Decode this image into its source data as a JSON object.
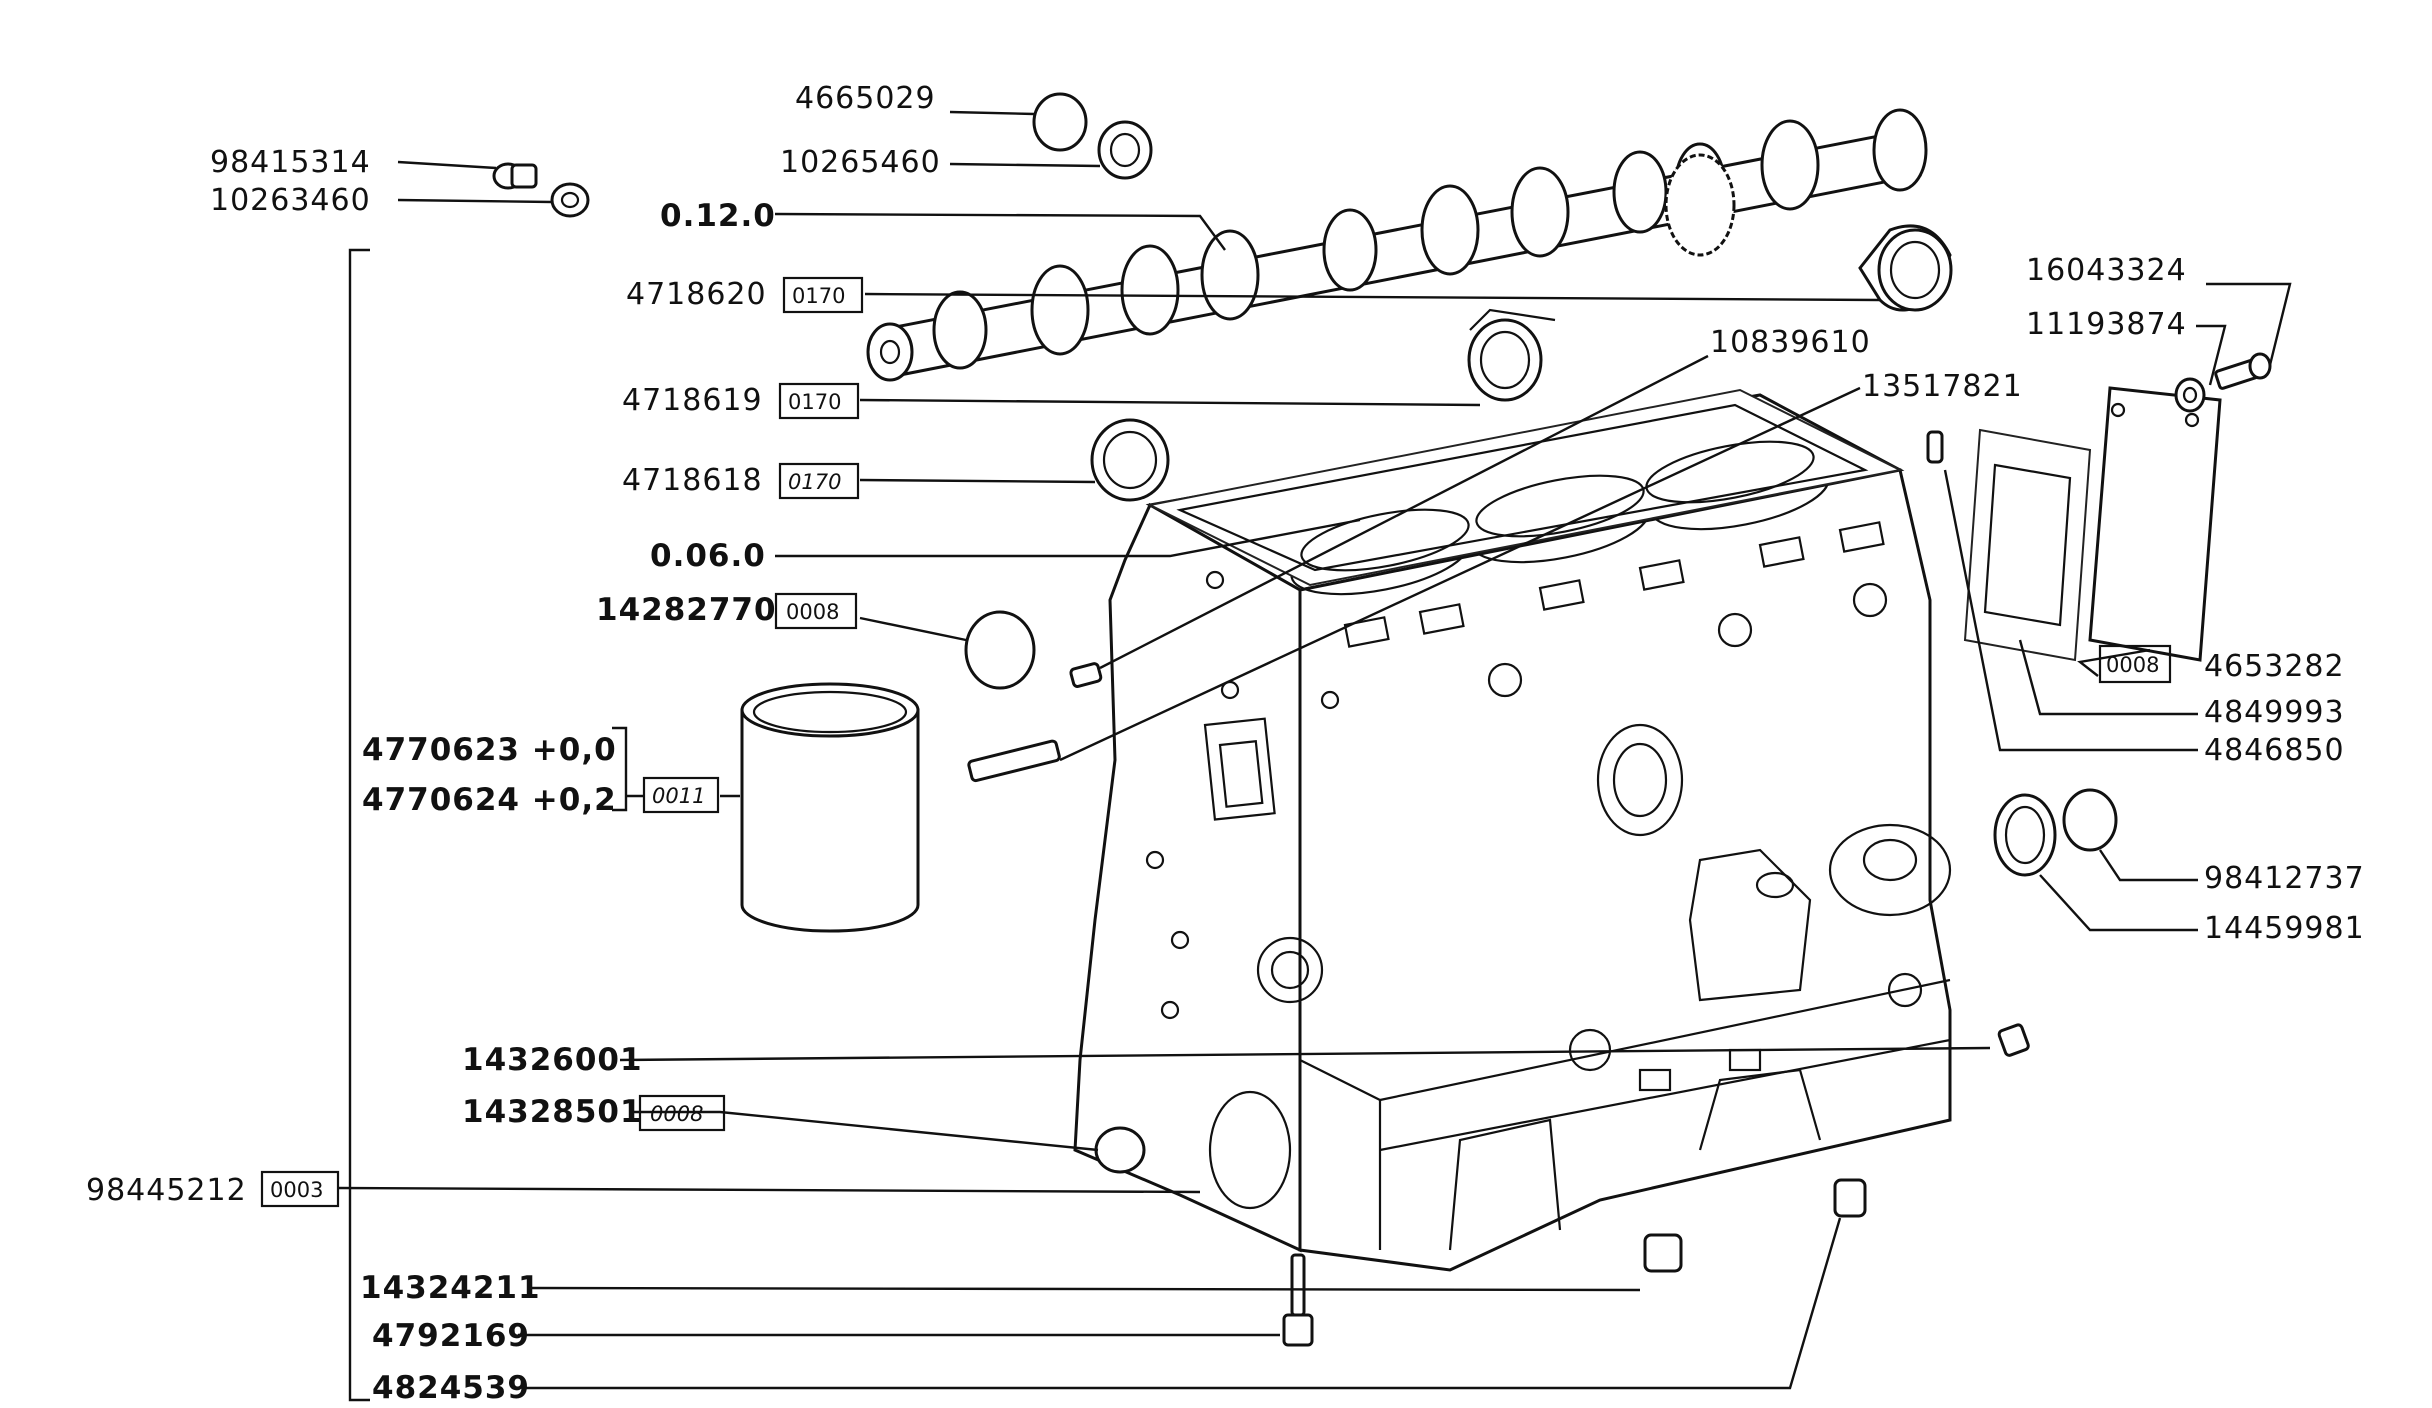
{
  "labels": {
    "l98415314": "98415314",
    "l10263460": "10263460",
    "l4665029": "4665029",
    "l10265460": "10265460",
    "l0120": "0.12.0",
    "l4718620": "4718620",
    "l4718619": "4718619",
    "l4718618": "4718618",
    "l0060": "0.06.0",
    "l14282770": "14282770",
    "l4770623": "4770623 +0,0",
    "l4770624": "4770624 +0,2",
    "l10839610": "10839610",
    "l13517821": "13517821",
    "l16043324": "16043324",
    "l11193874": "11193874",
    "l4653282": "4653282",
    "l4849993": "4849993",
    "l4846850": "4846850",
    "l98412737": "98412737",
    "l14459981": "14459981",
    "l14326001": "14326001",
    "l14328501": "14328501",
    "l98445212": "98445212",
    "l14324211": "14324211",
    "l4792169": "4792169",
    "l4824539": "4824539"
  },
  "codes": {
    "c4718620": "0170",
    "c4718619": "0170",
    "c4718618": "0170",
    "c14282770": "0008",
    "c4770623": "0011",
    "c4653282": "0008",
    "c14328501": "0008",
    "c98445212": "0003"
  }
}
